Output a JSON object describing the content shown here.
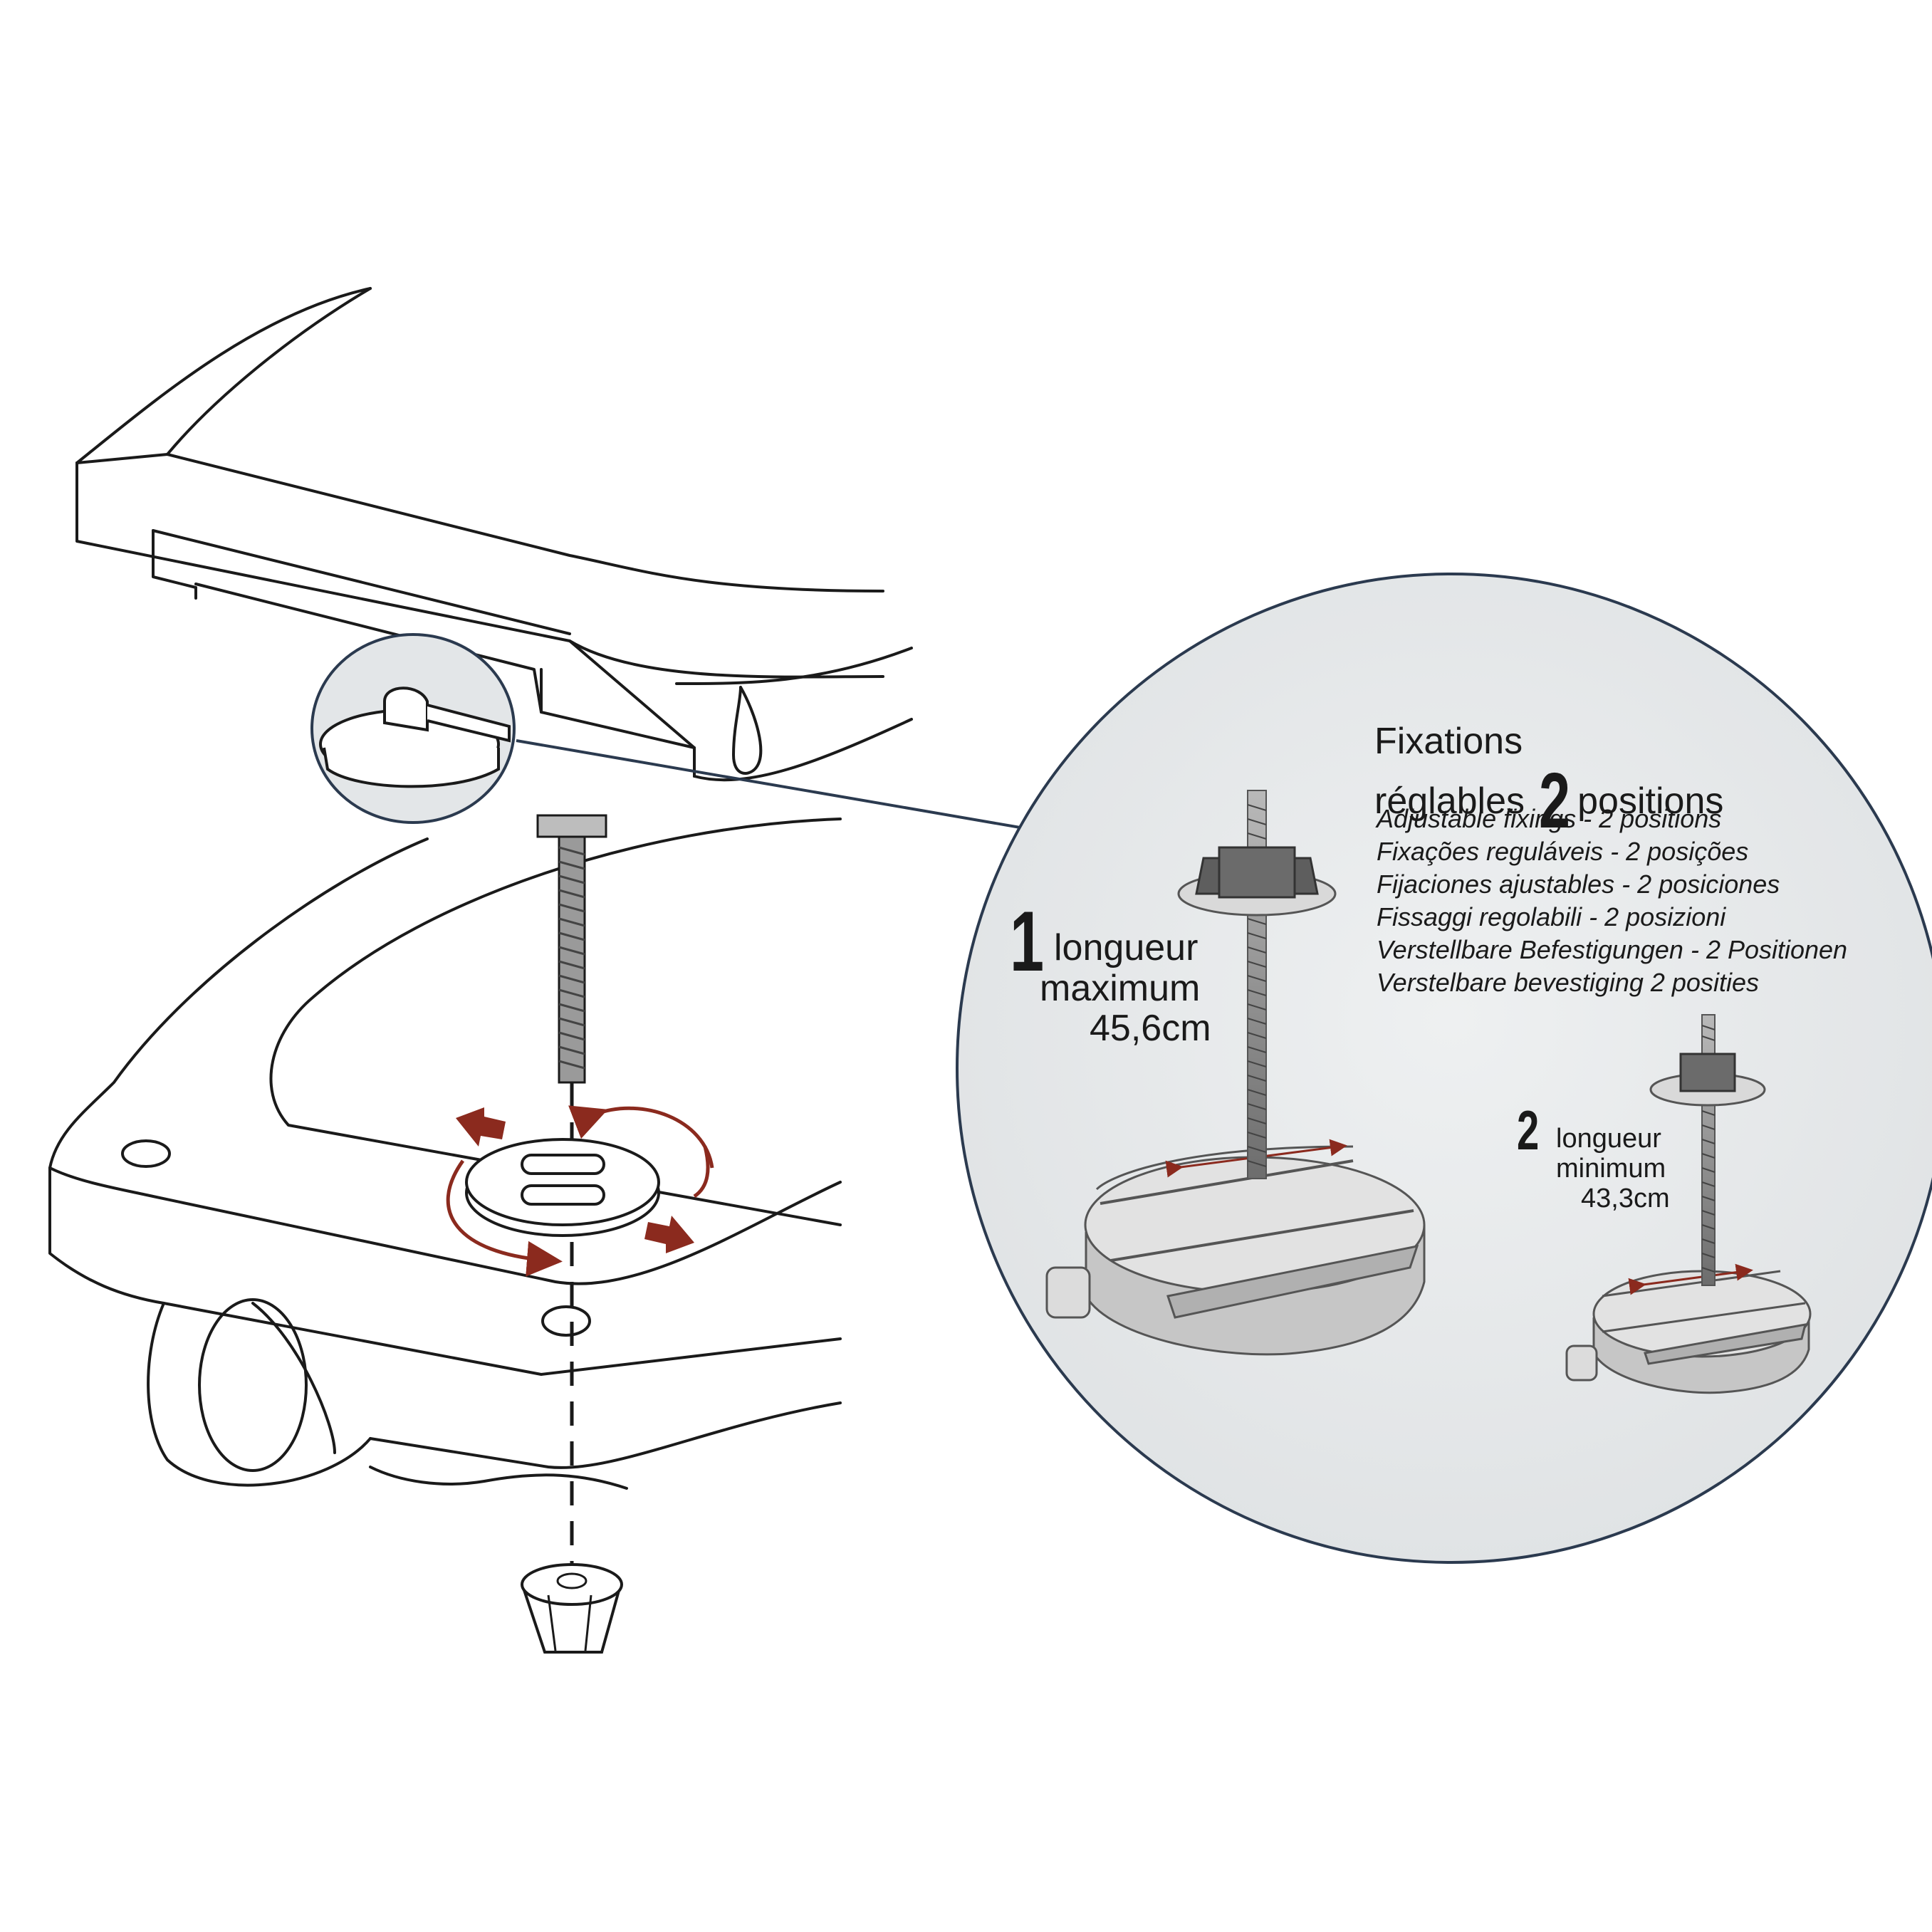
{
  "heading": {
    "line1": "Fixations",
    "line2_word": "réglables",
    "count": "2",
    "line2_tail": "positions"
  },
  "translations": [
    "Adjustable fixings - 2 positions",
    "Fixações reguláveis - 2 posições",
    "Fijaciones ajustables - 2 posiciones",
    "Fissaggi regolabili - 2 posizioni",
    "Verstellbare Befestigungen - 2 Positionen",
    "Verstelbare bevestiging 2 posities"
  ],
  "position_max": {
    "number": "1",
    "label": "longueur",
    "desc": "maximum",
    "value": "45,6cm"
  },
  "position_min": {
    "number": "2",
    "label": "longueur",
    "desc": "minimum",
    "value": "43,3cm"
  },
  "colors": {
    "line": "#1a1a1a",
    "arrow": "#8b2a1e",
    "circle_border": "#2b3a4f",
    "circle_fill": "#e6e8e9",
    "metal": "#7d7d7d"
  }
}
